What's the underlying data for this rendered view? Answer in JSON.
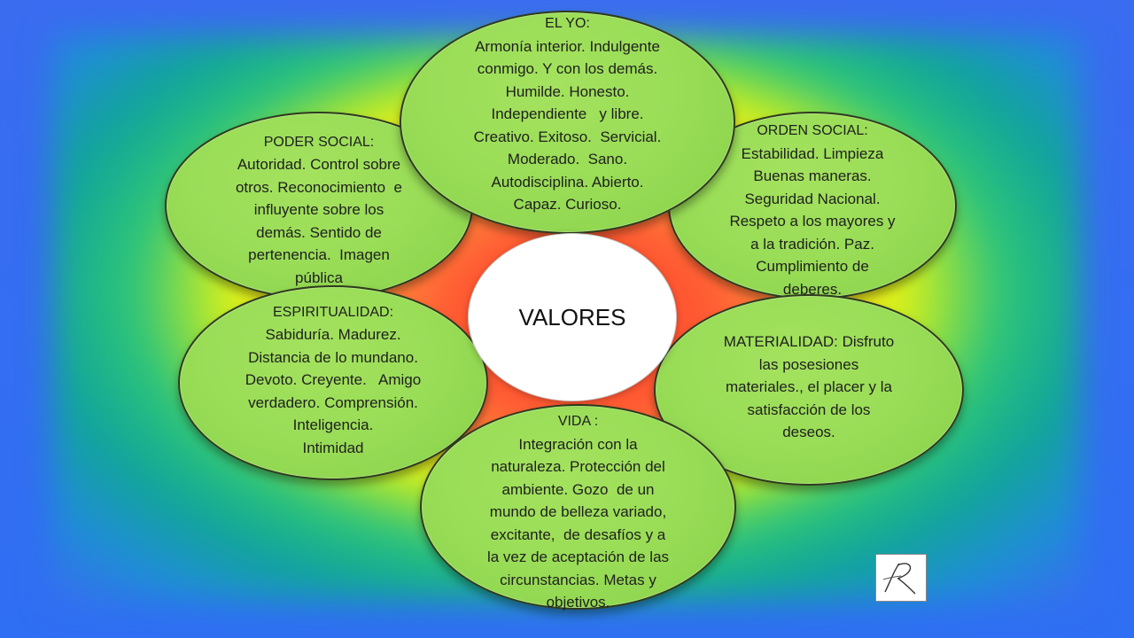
{
  "center": {
    "label": "VALORES"
  },
  "petals": {
    "yo": {
      "title": "EL YO:",
      "lines": [
        "Armonía interior. Indulgente",
        "conmigo. Y con los demás.",
        "Humilde. Honesto.",
        "Independiente   y libre.",
        "Creativo. Exitoso.  Servicial.",
        "Moderado.  Sano.",
        "Autodisciplina. Abierto.",
        "Capaz. Curioso."
      ]
    },
    "poder": {
      "title": "PODER SOCIAL:",
      "lines": [
        "Autoridad. Control sobre",
        "otros. Reconocimiento  e",
        "influyente sobre los",
        "demás. Sentido de",
        "pertenencia.  Imagen",
        "pública"
      ]
    },
    "orden": {
      "title": "ORDEN SOCIAL:",
      "lines": [
        "Estabilidad. Limpieza",
        "Buenas maneras.",
        "Seguridad Nacional.",
        "Respeto a los mayores y",
        "a la tradición. Paz.",
        "Cumplimiento de",
        "deberes."
      ]
    },
    "espiritualidad": {
      "title": "ESPIRITUALIDAD:",
      "lines": [
        "Sabiduría. Madurez.",
        "Distancia de lo mundano.",
        "Devoto. Creyente.   Amigo",
        "verdadero. Comprensión.",
        "Inteligencia.",
        "Intimidad"
      ]
    },
    "materialidad": {
      "lines": [
        "MATERIALIDAD: Disfruto",
        "las posesiones",
        "materiales., el placer y la",
        "satisfacción de los",
        "deseos."
      ]
    },
    "vida": {
      "title": "VIDA :",
      "lines": [
        "Integración con la",
        "naturaleza. Protección del",
        "ambiente. Gozo  de un",
        "mundo de belleza variado,",
        "excitante,  de desafíos y a",
        "la vez de aceptación de las",
        "circunstancias. Metas y",
        "objetivos."
      ]
    }
  },
  "logo": {
    "mark": "R"
  }
}
